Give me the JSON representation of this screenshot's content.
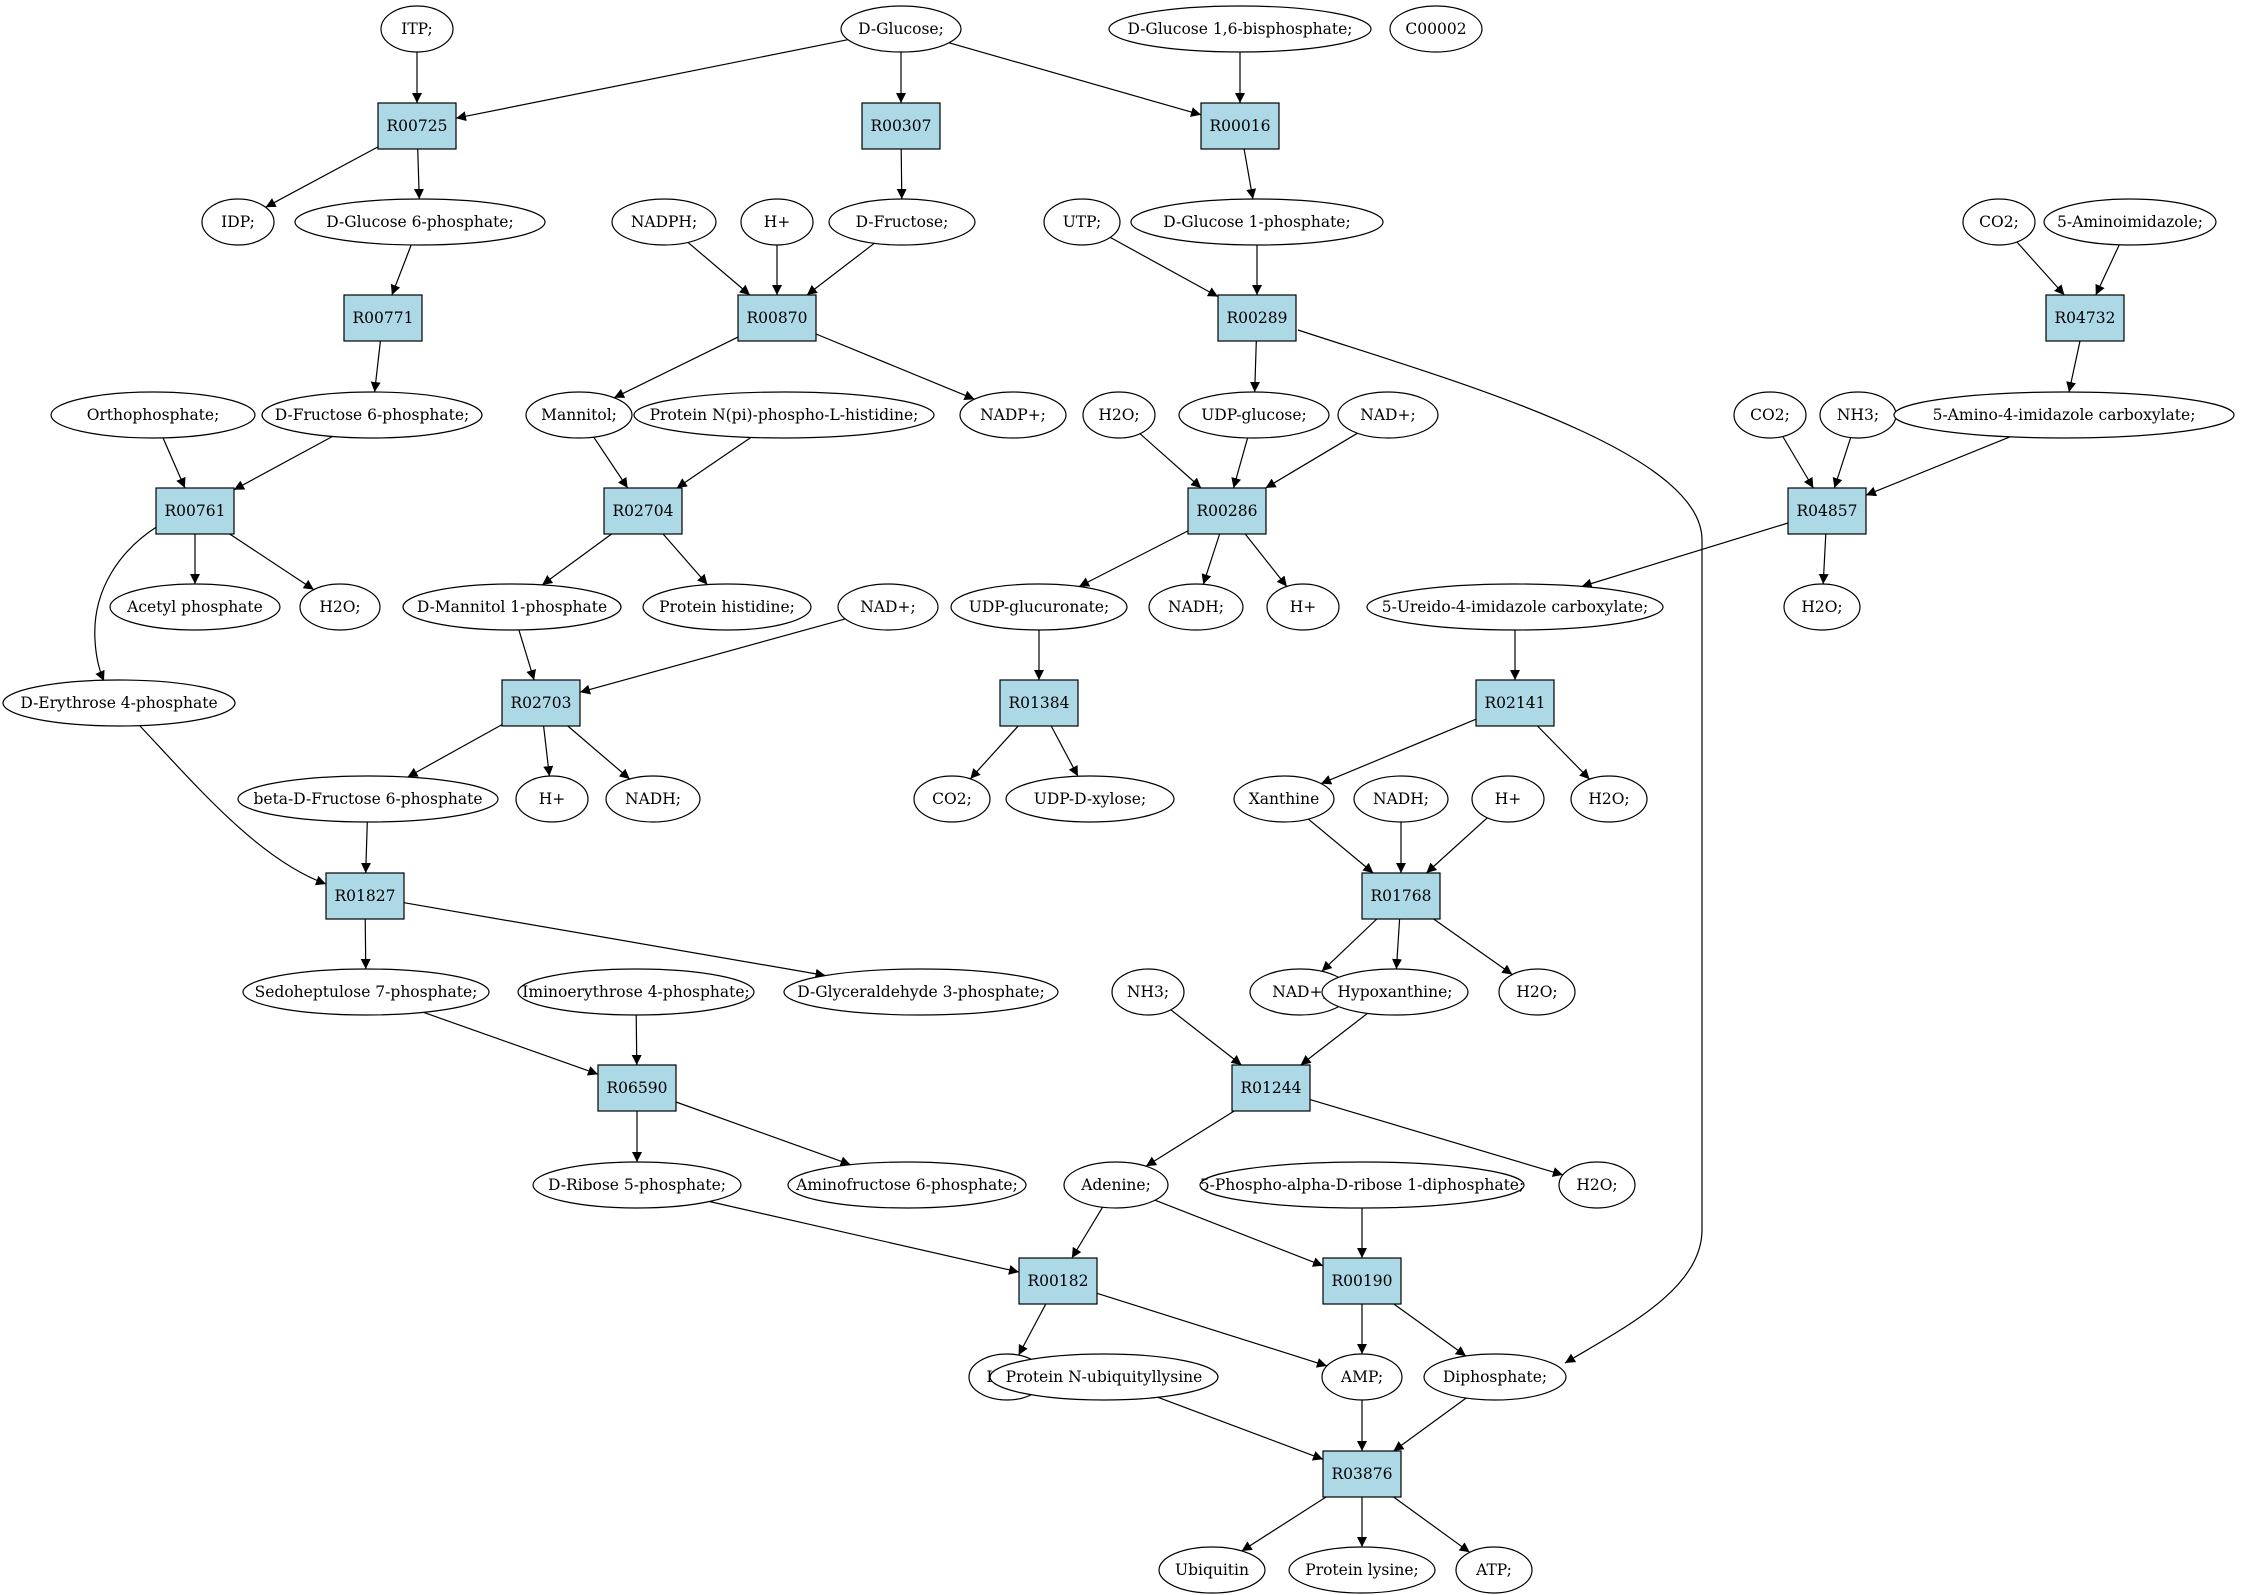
{
  "colors": {
    "reaction_fill": "#add8e6",
    "compound_fill": "#ffffff",
    "start_fill": "#00ff00",
    "highlight_fill": "#ffff00",
    "stroke": "#000000"
  },
  "graph": {
    "reactions": [
      {
        "id": "R00725",
        "label": "R00725"
      },
      {
        "id": "R00307",
        "label": "R00307"
      },
      {
        "id": "R00016",
        "label": "R00016"
      },
      {
        "id": "R00771",
        "label": "R00771"
      },
      {
        "id": "R00870",
        "label": "R00870"
      },
      {
        "id": "R00289",
        "label": "R00289"
      },
      {
        "id": "R04732",
        "label": "R04732"
      },
      {
        "id": "R00761",
        "label": "R00761"
      },
      {
        "id": "R02704",
        "label": "R02704"
      },
      {
        "id": "R00286",
        "label": "R00286"
      },
      {
        "id": "R04857",
        "label": "R04857"
      },
      {
        "id": "R02703",
        "label": "R02703"
      },
      {
        "id": "R01384",
        "label": "R01384"
      },
      {
        "id": "R02141",
        "label": "R02141"
      },
      {
        "id": "R01827",
        "label": "R01827"
      },
      {
        "id": "R01768",
        "label": "R01768"
      },
      {
        "id": "R06590",
        "label": "R06590"
      },
      {
        "id": "R01244",
        "label": "R01244"
      },
      {
        "id": "R00182",
        "label": "R00182"
      },
      {
        "id": "R00190",
        "label": "R00190"
      },
      {
        "id": "R03876",
        "label": "R03876"
      }
    ],
    "compounds": [
      {
        "id": "itp",
        "label": "ITP;"
      },
      {
        "id": "dglucose",
        "label": "D-Glucose;",
        "fill": "#00ff00"
      },
      {
        "id": "dglc16bp",
        "label": "D-Glucose 1,6-bisphosphate;"
      },
      {
        "id": "c00002",
        "label": "C00002",
        "fill": "#ffff00"
      },
      {
        "id": "idp",
        "label": "IDP;"
      },
      {
        "id": "dglc6p",
        "label": "D-Glucose 6-phosphate;"
      },
      {
        "id": "nadph",
        "label": "NADPH;"
      },
      {
        "id": "hplus1",
        "label": "H+"
      },
      {
        "id": "dfructose",
        "label": "D-Fructose;"
      },
      {
        "id": "utp",
        "label": "UTP;"
      },
      {
        "id": "dglc1p",
        "label": "D-Glucose 1-phosphate;"
      },
      {
        "id": "co2a",
        "label": "CO2;"
      },
      {
        "id": "aminoimid",
        "label": "5-Aminoimidazole;"
      },
      {
        "id": "orthop",
        "label": "Orthophosphate;"
      },
      {
        "id": "dfru6p",
        "label": "D-Fructose 6-phosphate;"
      },
      {
        "id": "mannitol",
        "label": "Mannitol;"
      },
      {
        "id": "protnpi",
        "label": "Protein N(pi)-phospho-L-histidine;"
      },
      {
        "id": "nadpplus",
        "label": "NADP+;"
      },
      {
        "id": "h2o1",
        "label": "H2O;"
      },
      {
        "id": "udpglucose",
        "label": "UDP-glucose;"
      },
      {
        "id": "nadplus1",
        "label": "NAD+;"
      },
      {
        "id": "co2b",
        "label": "CO2;"
      },
      {
        "id": "nh3a",
        "label": "NH3;"
      },
      {
        "id": "aicarbox",
        "label": "5-Amino-4-imidazole carboxylate;"
      },
      {
        "id": "acetylp",
        "label": "Acetyl phosphate"
      },
      {
        "id": "h2o2",
        "label": "H2O;"
      },
      {
        "id": "dmannitol1p",
        "label": "D-Mannitol 1-phosphate"
      },
      {
        "id": "prothis",
        "label": "Protein histidine;"
      },
      {
        "id": "nadplus2",
        "label": "NAD+;"
      },
      {
        "id": "udpglucuronate",
        "label": "UDP-glucuronate;"
      },
      {
        "id": "nadh1",
        "label": "NADH;"
      },
      {
        "id": "hplus2",
        "label": "H+"
      },
      {
        "id": "ureido",
        "label": "5-Ureido-4-imidazole carboxylate;"
      },
      {
        "id": "h2o3",
        "label": "H2O;"
      },
      {
        "id": "derythrose4p",
        "label": "D-Erythrose 4-phosphate"
      },
      {
        "id": "betadfru6p",
        "label": "beta-D-Fructose 6-phosphate"
      },
      {
        "id": "hplus3",
        "label": "H+"
      },
      {
        "id": "nadh2",
        "label": "NADH;"
      },
      {
        "id": "co2c",
        "label": "CO2;"
      },
      {
        "id": "udpxylose",
        "label": "UDP-D-xylose;"
      },
      {
        "id": "xanthine",
        "label": "Xanthine"
      },
      {
        "id": "nadh3",
        "label": "NADH;"
      },
      {
        "id": "hplus4",
        "label": "H+"
      },
      {
        "id": "h2o4",
        "label": "H2O;"
      },
      {
        "id": "sedo7p",
        "label": "Sedoheptulose 7-phosphate;"
      },
      {
        "id": "iminoery4p",
        "label": "Iminoerythrose 4-phosphate;"
      },
      {
        "id": "dgap",
        "label": "D-Glyceraldehyde 3-phosphate;"
      },
      {
        "id": "nh3b",
        "label": "NH3;"
      },
      {
        "id": "nadplus3",
        "label": "NAD+;"
      },
      {
        "id": "hypoxanthine",
        "label": "Hypoxanthine;"
      },
      {
        "id": "h2o5",
        "label": "H2O;"
      },
      {
        "id": "dribose5p",
        "label": "D-Ribose 5-phosphate;"
      },
      {
        "id": "aminofru6p",
        "label": "Aminofructose 6-phosphate;"
      },
      {
        "id": "adenine",
        "label": "Adenine;"
      },
      {
        "id": "prpp",
        "label": "5-Phospho-alpha-D-ribose 1-diphosphate;"
      },
      {
        "id": "h2o6",
        "label": "H2O;"
      },
      {
        "id": "h2o7",
        "label": "H2O;"
      },
      {
        "id": "protnubq",
        "label": "Protein N-ubiquityllysine"
      },
      {
        "id": "amp",
        "label": "AMP;"
      },
      {
        "id": "diphosphate",
        "label": "Diphosphate;"
      },
      {
        "id": "ubiquitin",
        "label": "Ubiquitin"
      },
      {
        "id": "protlysine",
        "label": "Protein lysine;"
      },
      {
        "id": "atp",
        "label": "ATP;"
      }
    ],
    "edges": [
      [
        "itp",
        "R00725"
      ],
      [
        "dglucose",
        "R00725"
      ],
      [
        "dglucose",
        "R00307"
      ],
      [
        "dglucose",
        "R00016"
      ],
      [
        "dglc16bp",
        "R00016"
      ],
      [
        "R00725",
        "idp"
      ],
      [
        "R00725",
        "dglc6p"
      ],
      [
        "R00307",
        "dfructose"
      ],
      [
        "R00016",
        "dglc1p"
      ],
      [
        "dglc6p",
        "R00771"
      ],
      [
        "nadph",
        "R00870"
      ],
      [
        "hplus1",
        "R00870"
      ],
      [
        "dfructose",
        "R00870"
      ],
      [
        "utp",
        "R00289"
      ],
      [
        "dglc1p",
        "R00289"
      ],
      [
        "co2a",
        "R04732"
      ],
      [
        "aminoimid",
        "R04732"
      ],
      [
        "R00771",
        "dfru6p"
      ],
      [
        "R00870",
        "mannitol"
      ],
      [
        "R00870",
        "nadpplus"
      ],
      [
        "R00289",
        "udpglucose"
      ],
      [
        "R00289",
        "diphosphate"
      ],
      [
        "R04732",
        "aicarbox"
      ],
      [
        "orthop",
        "R00761"
      ],
      [
        "dfru6p",
        "R00761"
      ],
      [
        "mannitol",
        "R02704"
      ],
      [
        "protnpi",
        "R02704"
      ],
      [
        "h2o1",
        "R00286"
      ],
      [
        "udpglucose",
        "R00286"
      ],
      [
        "nadplus1",
        "R00286"
      ],
      [
        "co2b",
        "R04857"
      ],
      [
        "nh3a",
        "R04857"
      ],
      [
        "aicarbox",
        "R04857"
      ],
      [
        "R00761",
        "acetylp"
      ],
      [
        "R00761",
        "h2o2"
      ],
      [
        "R00761",
        "derythrose4p"
      ],
      [
        "R02704",
        "dmannitol1p"
      ],
      [
        "R02704",
        "prothis"
      ],
      [
        "R00286",
        "udpglucuronate"
      ],
      [
        "R00286",
        "nadh1"
      ],
      [
        "R00286",
        "hplus2"
      ],
      [
        "R04857",
        "ureido"
      ],
      [
        "R04857",
        "h2o3"
      ],
      [
        "dmannitol1p",
        "R02703"
      ],
      [
        "nadplus2",
        "R02703"
      ],
      [
        "udpglucuronate",
        "R01384"
      ],
      [
        "ureido",
        "R02141"
      ],
      [
        "R02703",
        "betadfru6p"
      ],
      [
        "R02703",
        "hplus3"
      ],
      [
        "R02703",
        "nadh2"
      ],
      [
        "R01384",
        "co2c"
      ],
      [
        "R01384",
        "udpxylose"
      ],
      [
        "R02141",
        "xanthine"
      ],
      [
        "R02141",
        "h2o4"
      ],
      [
        "derythrose4p",
        "R01827"
      ],
      [
        "betadfru6p",
        "R01827"
      ],
      [
        "xanthine",
        "R01768"
      ],
      [
        "nadh3",
        "R01768"
      ],
      [
        "hplus4",
        "R01768"
      ],
      [
        "R01827",
        "sedo7p"
      ],
      [
        "R01827",
        "dgap"
      ],
      [
        "R01768",
        "nadplus3"
      ],
      [
        "R01768",
        "hypoxanthine"
      ],
      [
        "R01768",
        "h2o5"
      ],
      [
        "sedo7p",
        "R06590"
      ],
      [
        "iminoery4p",
        "R06590"
      ],
      [
        "nh3b",
        "R01244"
      ],
      [
        "hypoxanthine",
        "R01244"
      ],
      [
        "R06590",
        "dribose5p"
      ],
      [
        "R06590",
        "aminofru6p"
      ],
      [
        "R01244",
        "adenine"
      ],
      [
        "R01244",
        "h2o6"
      ],
      [
        "dribose5p",
        "R00182"
      ],
      [
        "adenine",
        "R00182"
      ],
      [
        "adenine",
        "R00190"
      ],
      [
        "prpp",
        "R00190"
      ],
      [
        "R00182",
        "h2o7"
      ],
      [
        "R00182",
        "amp"
      ],
      [
        "R00190",
        "amp"
      ],
      [
        "R00190",
        "diphosphate"
      ],
      [
        "protnubq",
        "R03876"
      ],
      [
        "amp",
        "R03876"
      ],
      [
        "diphosphate",
        "R03876"
      ],
      [
        "R03876",
        "ubiquitin"
      ],
      [
        "R03876",
        "protlysine"
      ],
      [
        "R03876",
        "atp"
      ]
    ]
  }
}
